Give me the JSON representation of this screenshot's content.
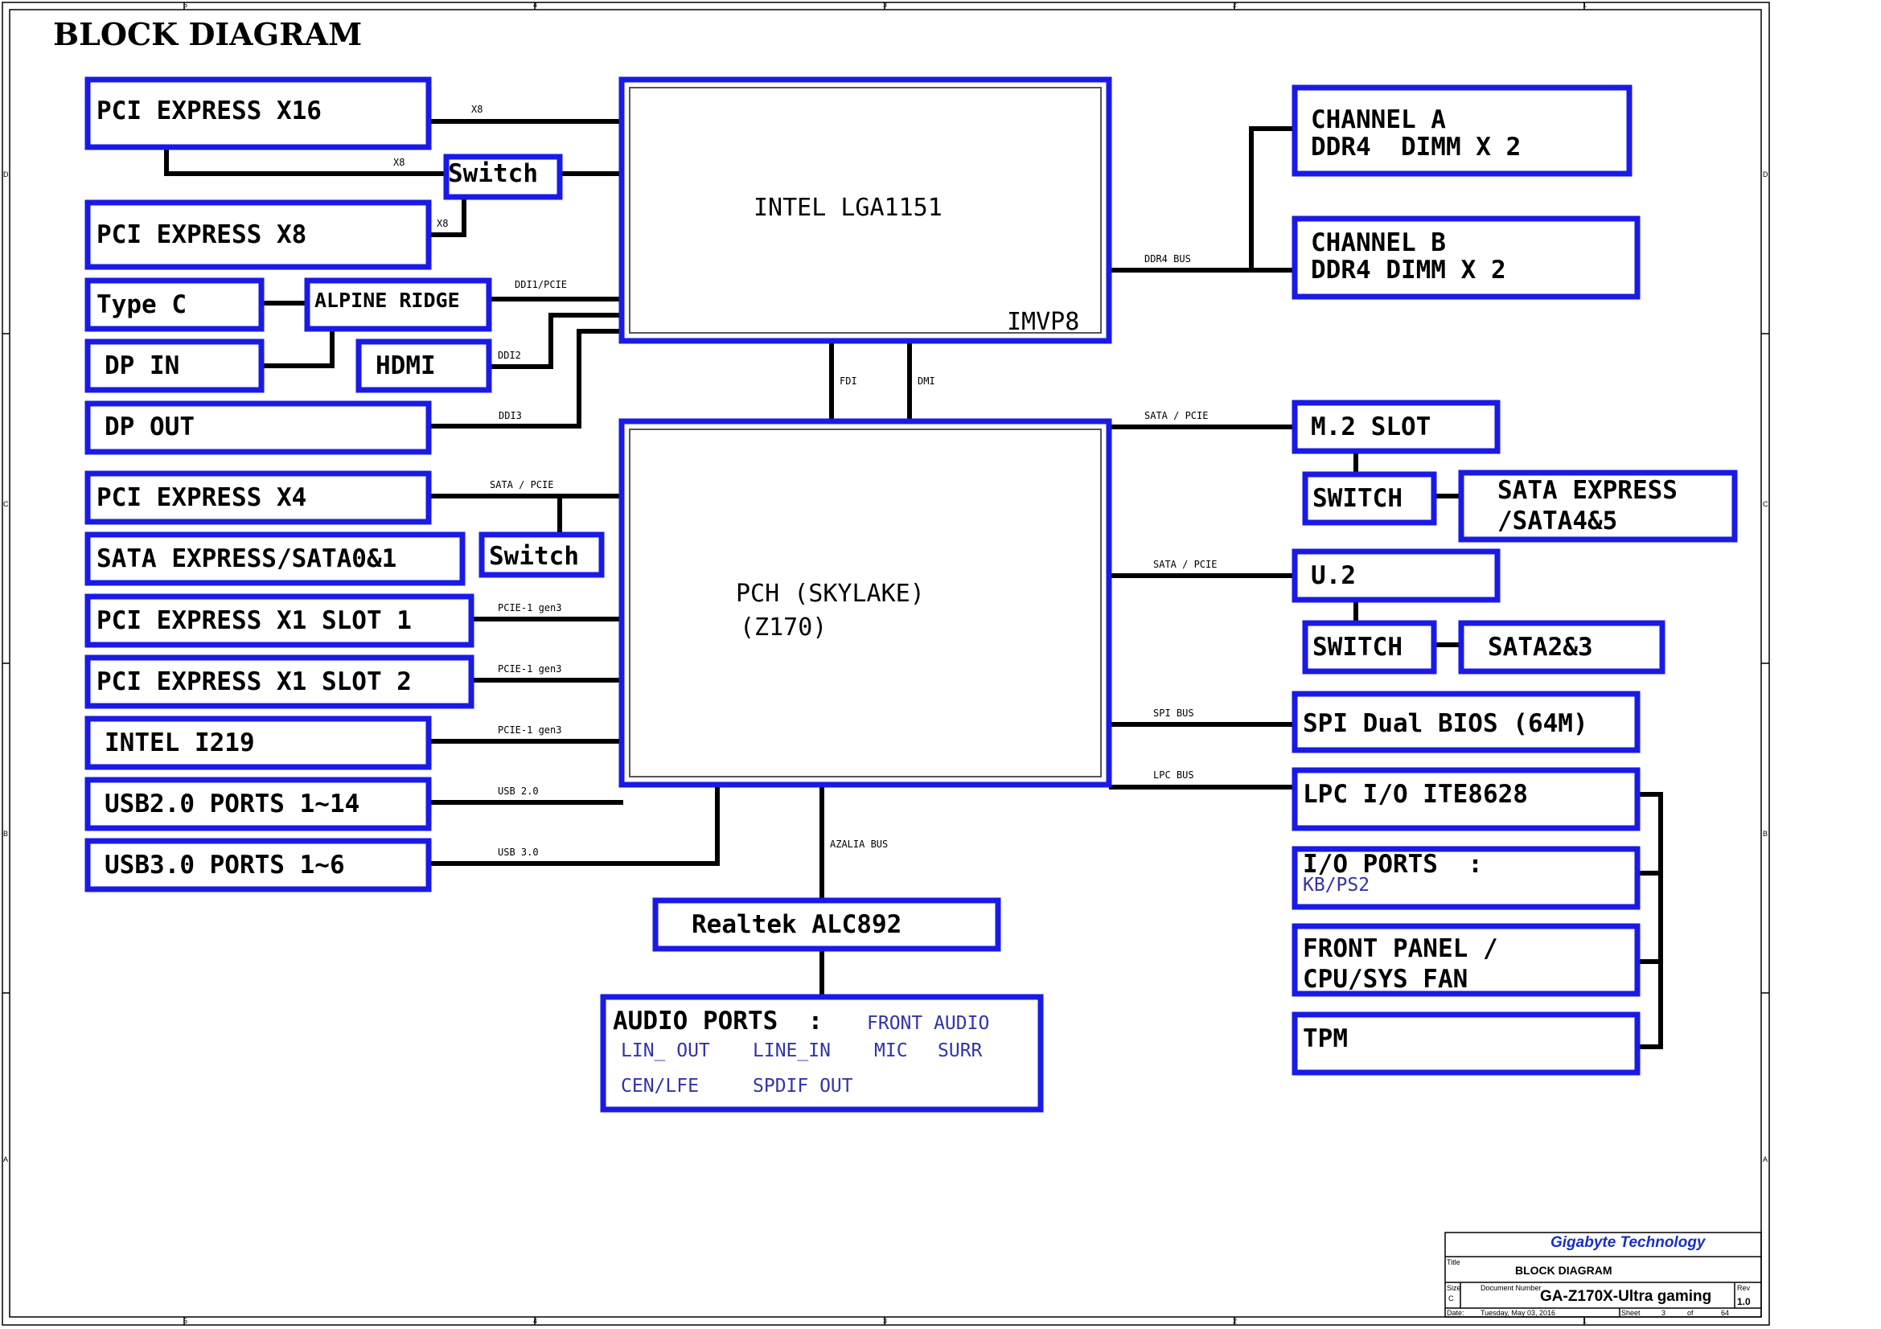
{
  "title": "BLOCK DIAGRAM",
  "cpu": {
    "name": "INTEL LGA1151",
    "vr": "IMVP8"
  },
  "pch": {
    "name": "PCH (SKYLAKE)",
    "sub": "(Z170)"
  },
  "left": {
    "pcie_x16": "PCI EXPRESS X16",
    "pcie_x8": "PCI EXPRESS X8",
    "switch1": "Switch",
    "type_c": "Type C",
    "alpine_ridge": "ALPINE RIDGE",
    "dp_in": "DP IN",
    "hdmi": "HDMI",
    "dp_out": "DP OUT",
    "pcie_x4": "PCI EXPRESS X4",
    "sata_express": "SATA EXPRESS/SATA0&1",
    "switch2": "Switch",
    "pcie_x1_1": "PCI EXPRESS X1 SLOT 1",
    "pcie_x1_2": "PCI EXPRESS X1 SLOT 2",
    "intel_i219": "INTEL I219",
    "usb2": "USB2.0 PORTS 1~14",
    "usb3": "USB3.0 PORTS 1~6"
  },
  "right": {
    "channel_a_1": "CHANNEL A",
    "channel_a_2": "DDR4  DIMM X 2",
    "channel_b_1": "CHANNEL B",
    "channel_b_2": "DDR4 DIMM X 2",
    "m2_slot": "M.2 SLOT",
    "switch_a": "SWITCH",
    "sata_exp_1": "SATA EXPRESS",
    "sata_exp_2": "/SATA4&5",
    "u2": "U.2",
    "switch_b": "SWITCH",
    "sata23": "SATA2&3",
    "spi_bios": "SPI Dual BIOS (64M)",
    "lpc_io": "LPC I/O ITE8628",
    "io_ports": "I/O PORTS  :",
    "io_ports_sub": "KB/PS2",
    "front_panel_1": "FRONT PANEL /",
    "front_panel_2": "CPU/SYS FAN",
    "tpm": "TPM"
  },
  "bottom": {
    "realtek": "Realtek ALC892",
    "audio_ports": "AUDIO PORTS  :",
    "audio_items": [
      "FRONT AUDIO",
      "LIN_ OUT",
      "LINE_IN",
      "MIC",
      "SURR",
      "CEN/LFE",
      "SPDIF OUT"
    ]
  },
  "buses": {
    "x8_a": "X8",
    "x8_b": "X8",
    "x8_c": "X8",
    "ddi1": "DDI1/PCIE",
    "ddi2": "DDI2",
    "ddi3": "DDI3",
    "fdi": "FDI",
    "dmi": "DMI",
    "ddr4": "DDR4 BUS",
    "sata_pcie_l": "SATA / PCIE",
    "pcie1_a": "PCIE-1 gen3",
    "pcie1_b": "PCIE-1 gen3",
    "pcie1_c": "PCIE-1 gen3",
    "usb20": "USB 2.0",
    "usb30": "USB 3.0",
    "azalia": "AZALIA BUS",
    "sata_pcie_r1": "SATA / PCIE",
    "sata_pcie_r2": "SATA / PCIE",
    "spi": "SPI BUS",
    "lpc": "LPC BUS"
  },
  "title_block": {
    "company": "Gigabyte Technology",
    "title_label": "Title",
    "title": "BLOCK DIAGRAM",
    "size_label": "Size",
    "size": "C",
    "docnum_label": "Document Number",
    "docnum": "GA-Z170X-Ultra gaming",
    "rev_label": "Rev",
    "rev": "1.0",
    "date_label": "Date:",
    "date": "Tuesday, May 03, 2016",
    "sheet_label": "Sheet",
    "sheet": "3",
    "of_label": "of",
    "of": "64"
  },
  "border_ticks": {
    "columns": [
      "5",
      "4",
      "3",
      "2",
      "1"
    ],
    "rows": [
      "D",
      "C",
      "B",
      "A"
    ]
  }
}
